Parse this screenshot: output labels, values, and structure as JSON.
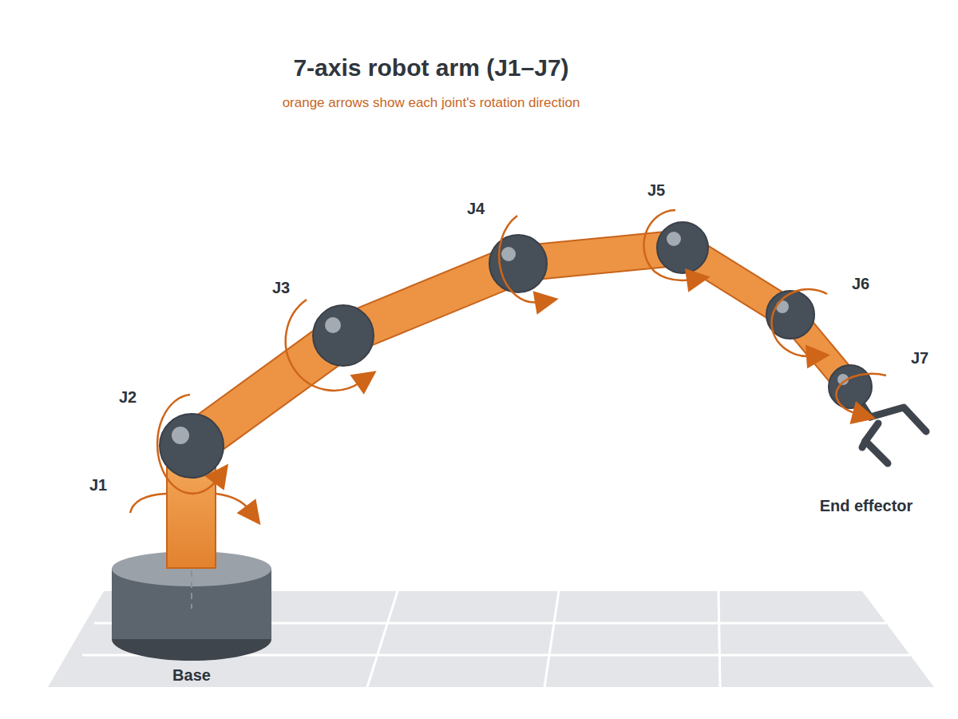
{
  "diagram": {
    "title": "7-axis robot arm (J1–J7)",
    "caption": "orange arrows show each joint's rotation direction",
    "labels": [
      "J1",
      "J2",
      "J3",
      "J4",
      "J5",
      "J6",
      "J7",
      "Base",
      "End effector"
    ]
  }
}
